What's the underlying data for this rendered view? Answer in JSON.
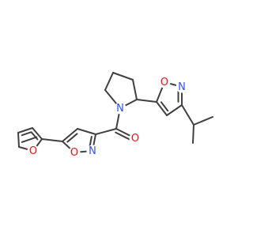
{
  "structure": {
    "colors": {
      "bond": "#404040",
      "N": "#3050F8",
      "O": "#FF0D0D",
      "background": "#ffffff"
    },
    "atoms": {
      "fur_O": "O",
      "isox1_O": "O",
      "isox1_N": "N",
      "pyr_N": "N",
      "carbonyl_O": "O",
      "isox2_O": "O",
      "isox2_N": "N"
    }
  }
}
